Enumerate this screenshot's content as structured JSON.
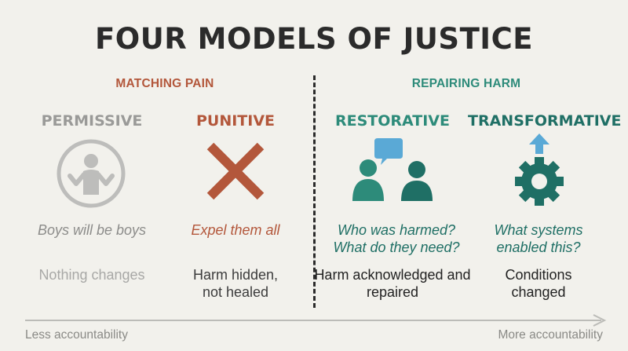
{
  "title": "FOUR MODELS OF JUSTICE",
  "groups": {
    "left": {
      "label": "MATCHING PAIN",
      "color": "#b3573b"
    },
    "right": {
      "label": "REPAIRING HARM",
      "color": "#2d8b7a"
    }
  },
  "models": [
    {
      "name": "PERMISSIVE",
      "quote": "Boys will be boys",
      "outcome": "Nothing changes",
      "color": "#9a9a98",
      "icon": "shrugging-person-icon"
    },
    {
      "name": "PUNITIVE",
      "quote": "Expel them all",
      "outcome": "Harm hidden, not healed",
      "color": "#b3573b",
      "icon": "x-cross-icon"
    },
    {
      "name": "RESTORATIVE",
      "quote": "Who was harmed? What do they need?",
      "outcome": "Harm acknowledged and repaired",
      "color": "#2d8b7a",
      "icon": "two-people-speech-icon"
    },
    {
      "name": "TRANSFORMATIVE",
      "quote": "What systems enabled this?",
      "outcome": "Conditions changed",
      "color": "#1f6f65",
      "icon": "gear-arrow-up-icon"
    }
  ],
  "axis": {
    "left_label": "Less accountability",
    "right_label": "More accountability"
  }
}
